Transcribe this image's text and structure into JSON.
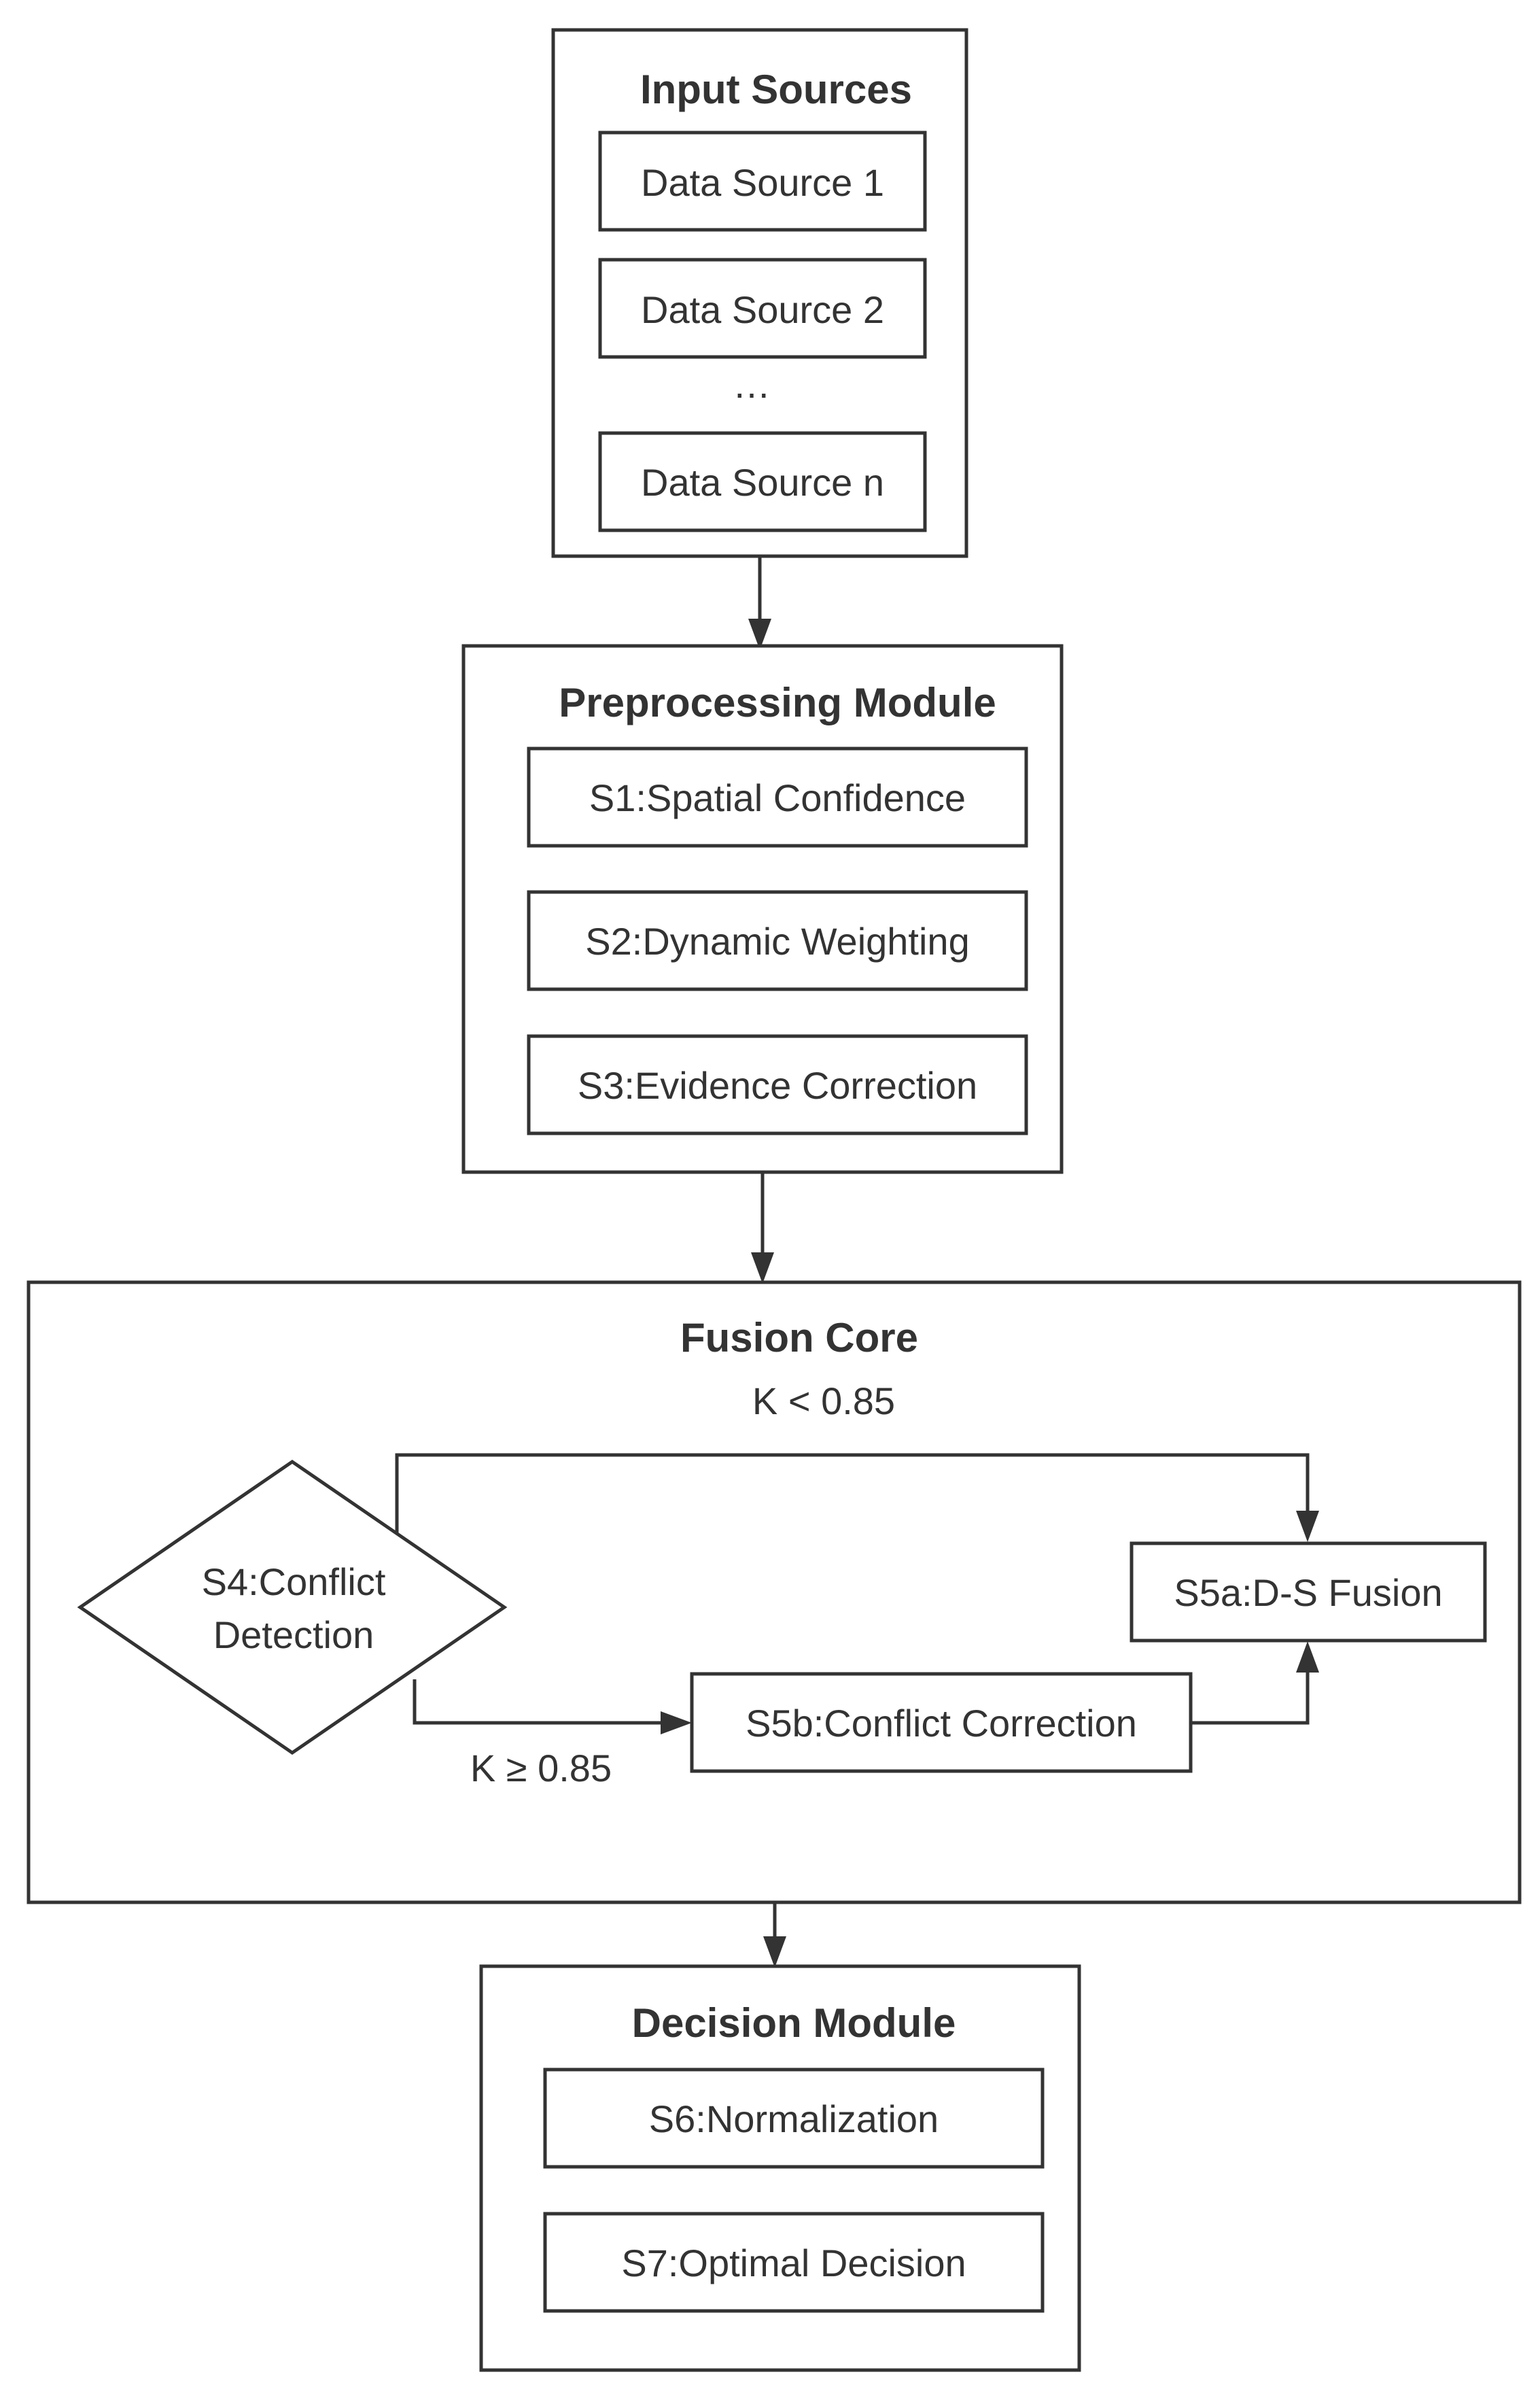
{
  "input_sources": {
    "title": "Input Sources",
    "items": [
      "Data Source 1",
      "Data Source 2",
      "…",
      "Data Source n"
    ]
  },
  "preprocessing": {
    "title": "Preprocessing Module",
    "items": [
      "S1:Spatial Confidence",
      "S2:Dynamic Weighting",
      "S3:Evidence Correction"
    ]
  },
  "fusion_core": {
    "title": "Fusion Core",
    "conflict_detection": [
      "S4:Conflict",
      "Detection"
    ],
    "ds_fusion": "S5a:D-S Fusion",
    "conflict_correction": "S5b:Conflict Correction",
    "low_conflict_condition": "K < 0.85",
    "high_conflict_condition": "K ≥ 0.85"
  },
  "decision": {
    "title": "Decision Module",
    "items": [
      "S6:Normalization",
      "S7:Optimal Decision"
    ]
  },
  "colors": {
    "stroke": "#333333",
    "text": "#333333",
    "background": "#ffffff"
  }
}
